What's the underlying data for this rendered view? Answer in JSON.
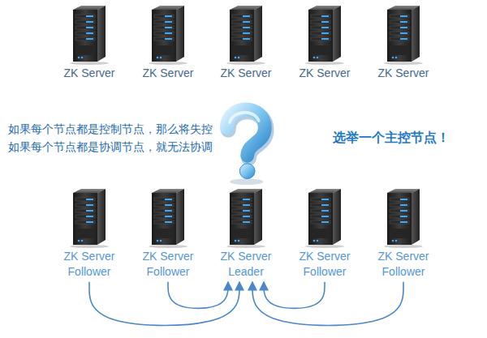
{
  "diagram": {
    "nodes": [
      {
        "text": [
          "ZK Server"
        ]
      },
      {
        "text": [
          "ZK Server"
        ]
      },
      {
        "text": [
          "ZK Server"
        ]
      },
      {
        "text": [
          "ZK Server"
        ]
      },
      {
        "text": [
          "ZK Server"
        ]
      },
      {
        "text": [
          "ZK Server",
          "Follower"
        ]
      },
      {
        "text": [
          "ZK Server",
          "Follower"
        ]
      },
      {
        "text": [
          "ZK Server",
          "Leader"
        ]
      },
      {
        "text": [
          "ZK Server",
          "Follower"
        ]
      },
      {
        "text": [
          "ZK Server",
          "Follower"
        ]
      }
    ],
    "edges": [
      {
        "from": 5,
        "to": 7,
        "arrow": "to"
      },
      {
        "from": 6,
        "to": 7,
        "arrow": "to"
      },
      {
        "from": 8,
        "to": 7,
        "arrow": "to"
      },
      {
        "from": 9,
        "to": 7,
        "arrow": "to"
      }
    ],
    "labels": [
      "如果每个节点都是控制节点，那么将失控",
      "如果每个节点都是协调节点，就无法协调",
      "选举一个主控节点！"
    ]
  }
}
